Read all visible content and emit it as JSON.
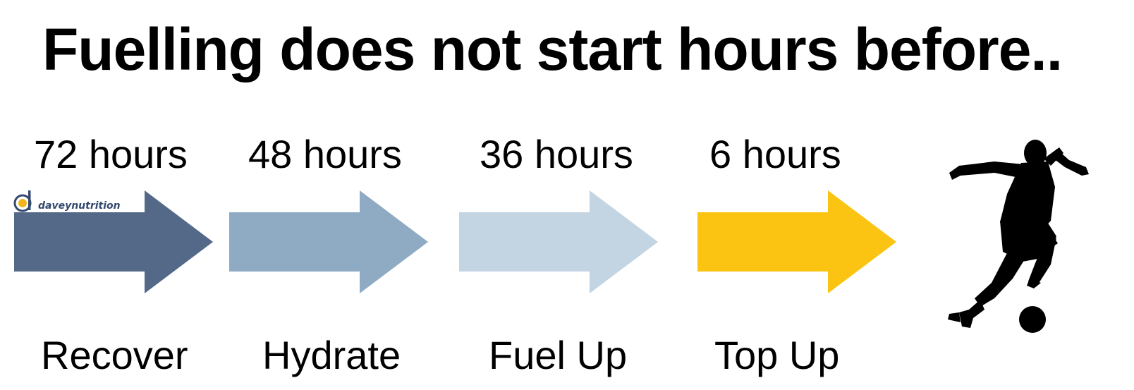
{
  "title": "Fuelling does not start hours before..",
  "brand": {
    "name": "daveynutrition"
  },
  "stages": [
    {
      "hours": "72 hours",
      "label": "Recover",
      "color": "#536987"
    },
    {
      "hours": "48 hours",
      "label": "Hydrate",
      "color": "#8fabc3"
    },
    {
      "hours": "36 hours",
      "label": "Fuel Up",
      "color": "#c3d4e2"
    },
    {
      "hours": "6 hours",
      "label": "Top Up",
      "color": "#fbc413"
    }
  ],
  "icons": {
    "player": "football-player-silhouette-icon",
    "ball": "ball-icon"
  }
}
